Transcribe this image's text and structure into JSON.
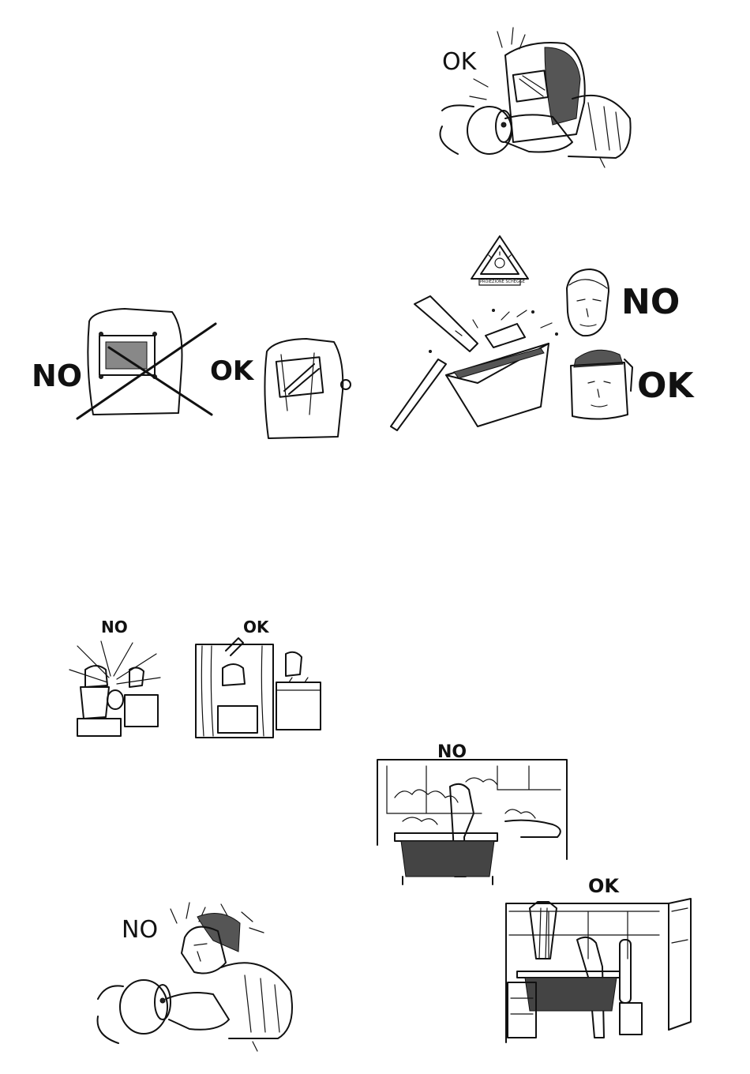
{
  "labels": {
    "grinder_ok": "OK",
    "helmet_no": "NO",
    "helmet_ok": "OK",
    "faceshield_no": "NO",
    "faceshield_ok": "OK",
    "sign_text": "PROIEZIONE SCHEGGE",
    "screen_no": "NO",
    "screen_ok": "OK",
    "fume_no": "NO",
    "fume_ok": "OK",
    "grinder_no": "NO"
  },
  "colors": {
    "ink": "#111111",
    "background": "#ffffff"
  }
}
